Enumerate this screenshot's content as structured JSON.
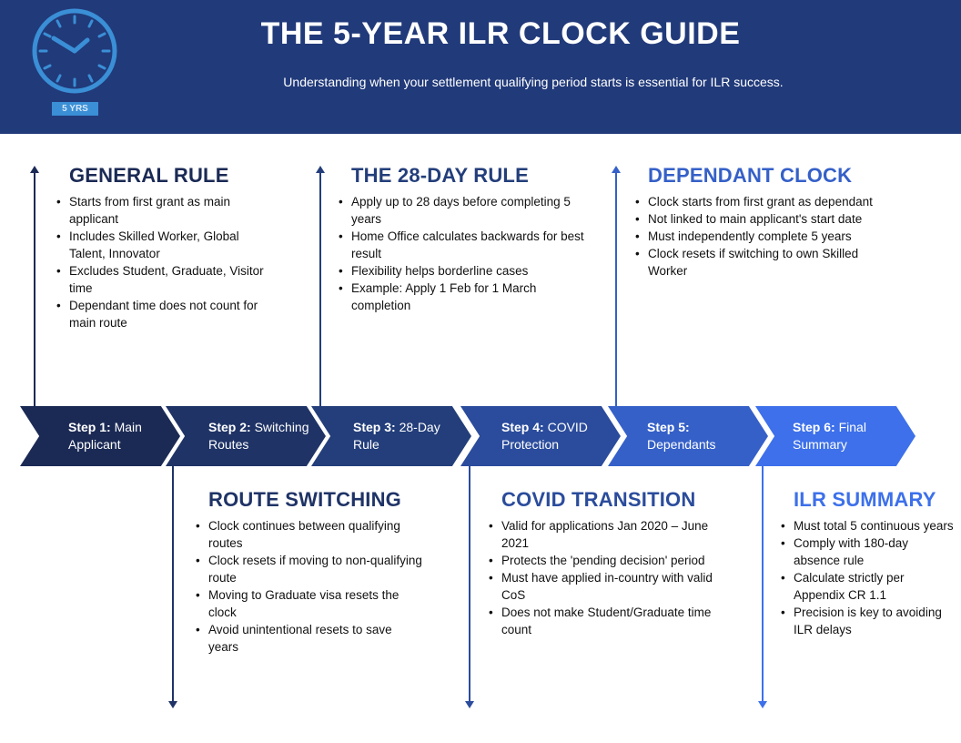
{
  "header": {
    "title": "THE 5-YEAR ILR CLOCK GUIDE",
    "subtitle": "Understanding when your settlement qualifying period starts is essential for ILR success.",
    "badge": "5 YRS",
    "icon": "clock-icon"
  },
  "colors": {
    "header_bg": "#213a7a",
    "step1": "#1b2a55",
    "step2": "#1f3366",
    "step3": "#233e7a",
    "step4": "#2b4c9c",
    "step5": "#3560c8",
    "step6": "#3d70ea"
  },
  "steps": [
    {
      "num": "Step 1:",
      "label": "Main Applicant"
    },
    {
      "num": "Step 2:",
      "label": "Switching Routes"
    },
    {
      "num": "Step 3:",
      "label": "28-Day Rule"
    },
    {
      "num": "Step 4:",
      "label": "COVID Protection"
    },
    {
      "num": "Step 5:",
      "label": "Dependants"
    },
    {
      "num": "Step 6:",
      "label": "Final Summary"
    }
  ],
  "cards": [
    {
      "title": "GENERAL RULE",
      "items": [
        "Starts from first grant as main applicant",
        "Includes Skilled Worker, Global Talent, Innovator",
        "Excludes Student, Graduate, Visitor time",
        "Dependant time does not count for main route"
      ]
    },
    {
      "title": "ROUTE SWITCHING",
      "items": [
        "Clock continues between qualifying routes",
        "Clock resets if moving to non-qualifying route",
        "Moving to Graduate visa resets the clock",
        "Avoid unintentional resets to save years"
      ]
    },
    {
      "title": "THE 28-DAY RULE",
      "items": [
        "Apply up to 28 days before completing 5 years",
        "Home Office calculates backwards for best result",
        "Flexibility helps borderline cases",
        "Example: Apply 1 Feb for 1 March completion"
      ]
    },
    {
      "title": "COVID TRANSITION",
      "items": [
        "Valid for applications Jan 2020 – June 2021",
        "Protects the 'pending decision' period",
        "Must have applied in-country with valid CoS",
        "Does not make Student/Graduate time count"
      ]
    },
    {
      "title": "DEPENDANT CLOCK",
      "items": [
        "Clock starts from first grant as dependant",
        "Not linked to main applicant's start date",
        "Must independently complete 5 years",
        "Clock resets if switching to own Skilled Worker"
      ]
    },
    {
      "title": "ILR SUMMARY",
      "items": [
        "Must total 5 continuous years",
        "Comply with 180-day absence rule",
        "Calculate strictly per Appendix CR 1.1",
        "Precision is key to avoiding ILR delays"
      ]
    }
  ]
}
